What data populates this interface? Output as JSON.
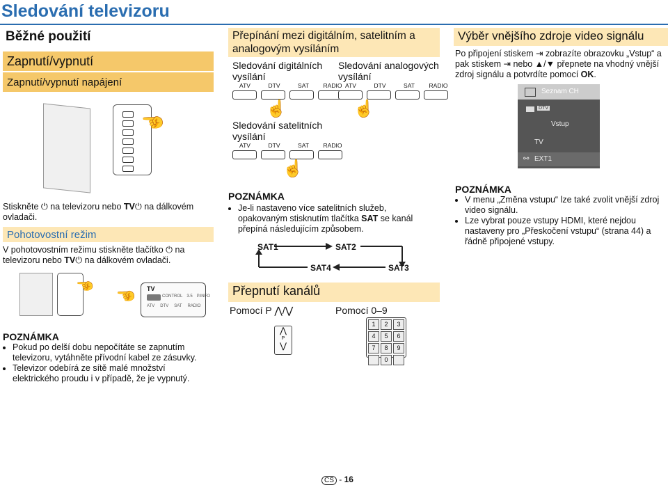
{
  "page_title": "Sledování televizoru",
  "col1": {
    "heading": "Běžné použití",
    "band1": "Zapnutí/vypnutí",
    "band2": "Zapnutí/vypnutí napájení",
    "instr_a": "Stiskněte",
    "instr_b": "na televizoru nebo",
    "instr_tv": "TV",
    "instr_c": "na dálkovém ovladači.",
    "standby_band": "Pohotovostní režim",
    "standby_a": "V pohotovostním režimu stiskněte tlačítko",
    "standby_b": "na televizoru nebo",
    "standby_tv": "TV",
    "standby_c": "na dálkovém ovladači.",
    "remote_tv": "TV",
    "remote_labels_top": [
      "CONTROL",
      "3.5",
      "P.INFO"
    ],
    "remote_labels_bottom": [
      "ATV",
      "DTV",
      "SAT",
      "RADIO"
    ],
    "note_title": "POZNÁMKA",
    "notes": [
      "Pokud po delší dobu nepočítáte se zapnutím televizoru, vytáhněte přívodní kabel ze zásuvky.",
      "Televizor odebírá ze sítě malé množství elektrického proudu i v případě, že je vypnutý."
    ]
  },
  "col2": {
    "heading": "Přepínání mezi digitálním, satelitním a analogovým vysíláním",
    "digital": "Sledování digitálních vysílání",
    "analog": "Sledování analogových vysílání",
    "satellite": "Sledování satelitních vysílání",
    "btn_labels": [
      "ATV",
      "DTV",
      "SAT",
      "RADIO"
    ],
    "note_title": "POZNÁMKA",
    "note_a": "Je-li nastaveno více satelitních služeb, opakovaným stisknutím tlačítka",
    "note_sat": "SAT",
    "note_b": "se kanál přepíná následujícím způsobem.",
    "flow": [
      "SAT1",
      "SAT2",
      "SAT4",
      "SAT3"
    ],
    "switch_heading": "Přepnutí kanálů",
    "by_p": "Pomocí P",
    "by_num": "Pomocí 0–9",
    "numpad": [
      "1",
      "2",
      "3",
      "4",
      "5",
      "6",
      "7",
      "8",
      "9",
      "",
      "0",
      ""
    ]
  },
  "col3": {
    "heading": "Výběr vnějšího zdroje video signálu",
    "text1a": "Po připojení stiskem",
    "text1b": "zobrazíte obrazovku „Vstup“ a pak stiskem",
    "text1c": "nebo",
    "text1d": "přepnete na vhodný vnější zdroj signálu a potvrdíte pomocí",
    "ok": "OK",
    "menu_top": "Seznam CH",
    "menu_badge": "DTV",
    "menu_title": "Vstup",
    "menu_tv": "TV",
    "menu_ext1": "EXT1",
    "note_title": "POZNÁMKA",
    "notes": [
      "V menu „Změna vstupu“ lze také zvolit vnější zdroj video signálu.",
      "Lze vybrat pouze vstupy HDMI, které nejdou nastaveny pro „Přeskočení vstupu“ (strana 44) a řádně připojené vstupy."
    ]
  },
  "footer": {
    "lang": "CS",
    "page": "16"
  }
}
